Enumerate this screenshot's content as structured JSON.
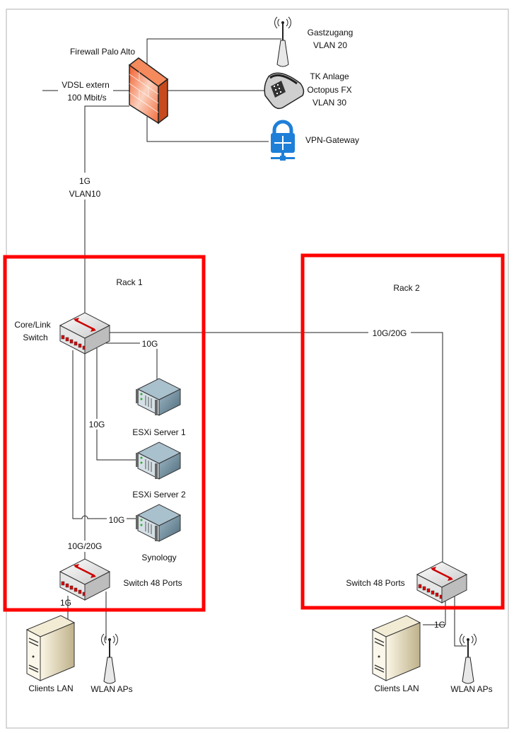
{
  "diagram": {
    "firewall": {
      "label": "Firewall Palo Alto",
      "icon": "firewall-icon"
    },
    "vdsl": {
      "line1": "VDSL extern",
      "line2": "100 Mbit/s"
    },
    "guest": {
      "line1": "Gastzugang",
      "line2": "VLAN 20",
      "icon": "antenna-icon"
    },
    "phone": {
      "line1": "TK Anlage",
      "line2": "Octopus FX",
      "line3": "VLAN 30",
      "icon": "telephone-icon"
    },
    "vpn": {
      "label": "VPN-Gateway",
      "icon": "vpn-gateway-icon"
    },
    "uplink": {
      "line1": "1G",
      "line2": "VLAN10"
    },
    "rack1": {
      "label": "Rack 1"
    },
    "rack2": {
      "label": "Rack 2"
    },
    "core_switch": {
      "line1": "Core/Link",
      "line2": "Switch"
    },
    "links": {
      "inter_rack": "10G/20G",
      "esxi1": "10G",
      "esxi2": "10G",
      "synology": "10G",
      "core_to_switch48": "10G/20G",
      "rack1_clients": "1G",
      "rack2_clients": "1G"
    },
    "servers": {
      "esxi1": "ESXi Server 1",
      "esxi2": "ESXi Server 2",
      "synology": "Synology"
    },
    "rack1_switch": "Switch 48 Ports",
    "rack2_switch": "Switch 48 Ports",
    "rack1_clients": "Clients LAN",
    "rack1_wlan": "WLAN APs",
    "rack2_clients": "Clients LAN",
    "rack2_wlan": "WLAN APs",
    "colors": {
      "rack_border": "#ff0000",
      "firewall": "#f26b3a",
      "vpn": "#1e7fd8",
      "server": "#6e8fa0",
      "client": "#d9cfae"
    }
  }
}
